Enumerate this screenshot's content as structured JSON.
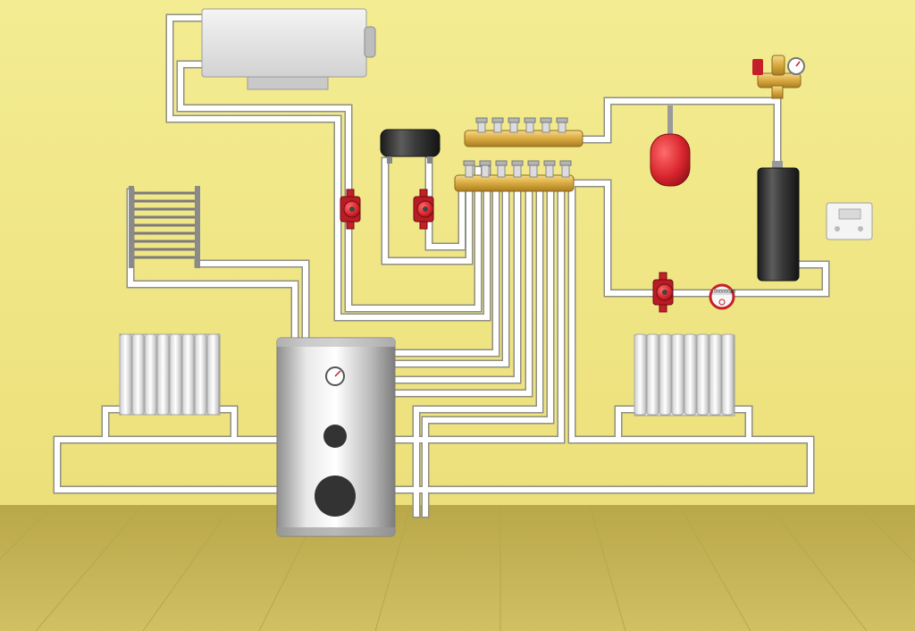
{
  "colors": {
    "wall": "#f2e98a",
    "floor": "#c9b958",
    "pipe": "#ffffff",
    "pipe_edge": "#8f8f86",
    "pump_red": "#c5202a",
    "brass": "#e0b550",
    "expansion_tank": "#d8252d",
    "boiler_dark": "#2e2e2e",
    "cylinder_silver": "#d9d9d9"
  },
  "components": [
    {
      "name": "boiler-unit",
      "icon": "wall-boiler-icon"
    },
    {
      "name": "towel-rail",
      "icon": "towel-rail-icon"
    },
    {
      "name": "radiator-left",
      "icon": "radiator-icon"
    },
    {
      "name": "radiator-right",
      "icon": "radiator-icon"
    },
    {
      "name": "hot-water-cylinder",
      "icon": "storage-tank-icon"
    },
    {
      "name": "hydraulic-separator",
      "icon": "tank-icon"
    },
    {
      "name": "manifold-supply",
      "icon": "manifold-icon"
    },
    {
      "name": "manifold-return",
      "icon": "manifold-icon"
    },
    {
      "name": "circulation-pump",
      "icon": "pump-icon"
    },
    {
      "name": "expansion-vessel",
      "icon": "expansion-tank-icon"
    },
    {
      "name": "safety-group",
      "icon": "pressure-gauge-icon"
    },
    {
      "name": "electric-boiler",
      "icon": "water-heater-icon"
    },
    {
      "name": "room-thermostat",
      "icon": "thermostat-icon"
    },
    {
      "name": "water-meter",
      "icon": "water-meter-icon"
    }
  ],
  "water_meter": {
    "reading": "00000000"
  }
}
